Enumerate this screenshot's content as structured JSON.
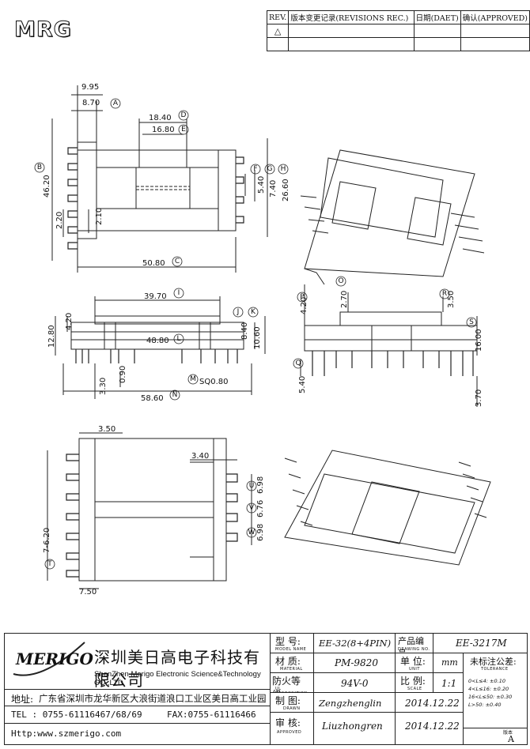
{
  "header": {
    "logo_text": "MRG",
    "rev_table": {
      "col_rev": "REV.",
      "col_record": "版本变更记录(REVISIONS REC.)",
      "col_date": "日期(DAET)",
      "col_approved": "确认(APPROVED)"
    }
  },
  "dimensions": {
    "top_view": [
      "9.95",
      "8.70",
      "18.40",
      "16.80",
      "46.20",
      "2.20",
      "2.10",
      "5.40",
      "7.40",
      "26.60",
      "50.80"
    ],
    "front_view": [
      "39.70",
      "12.80",
      "4.20",
      "48.80",
      "8.40",
      "10.60",
      "3.30",
      "0.90",
      "SQ0.80",
      "58.60"
    ],
    "side_view": [
      "2.70",
      "4.20",
      "3.50",
      "16.00",
      "5.40",
      "3.70"
    ],
    "bottom_view": [
      "3.50",
      "3.40",
      "6.98",
      "6.76",
      "6.98",
      "7-6.20",
      "7.50"
    ],
    "callouts": [
      "A",
      "B",
      "C",
      "D",
      "E",
      "F",
      "G",
      "H",
      "I",
      "J",
      "K",
      "L",
      "M",
      "N",
      "O",
      "P",
      "Q",
      "R",
      "S",
      "T",
      "U",
      "V",
      "W"
    ]
  },
  "title_block": {
    "company_logo": "MERIGO",
    "company_cn": "深圳美日高电子科技有限公司",
    "company_en": "ShenZhen Merigo Electronic Science&Technology CO.,LTD",
    "address_label": "地址:",
    "address": "广东省深圳市龙华新区大浪街道浪口工业区美日高工业园",
    "tel": "TEL : 0755-61116467/68/69",
    "fax": "FAX:0755-61116466",
    "http": "Http:www.szmerigo.com",
    "model_label_cn": "型  号:",
    "model_label_en": "MODEL NAME",
    "model_value": "EE-32(8+4PIN)",
    "drawing_no_label_cn": "产品编号:",
    "drawing_no_label_en": "DRAWING NO.",
    "drawing_no_value": "EE-3217M",
    "material_label_cn": "材  质:",
    "material_label_en": "MATERIAL",
    "material_value": "PM-9820",
    "unit_label_cn": "单  位:",
    "unit_label_en": "UNIT",
    "unit_value": "mm",
    "flame_label_cn": "防火等级:",
    "flame_label_en": "UL RECOGNITION",
    "flame_value": "94V-0",
    "scale_label_cn": "比  例:",
    "scale_label_en": "SCALE",
    "scale_value": "1:1",
    "drawn_label_cn": "制  图:",
    "drawn_label_en": "DRAWN",
    "drawn_value": "Zengzhenglin",
    "drawn_date": "2014.12.22",
    "approved_label_cn": "审  核:",
    "approved_label_en": "APPROVED",
    "approved_value": "Liuzhongren",
    "approved_date": "2014.12.22",
    "tolerance_title": "未标注公差:",
    "tolerance_en": "TOLERANCE",
    "tolerance_rows": [
      "0<L≤4:  ±0.10",
      "4<L≤16: ±0.20",
      "16<L≤50: ±0.30",
      "L>50: ±0.40"
    ],
    "version_label": "版本",
    "version_value": "A"
  }
}
